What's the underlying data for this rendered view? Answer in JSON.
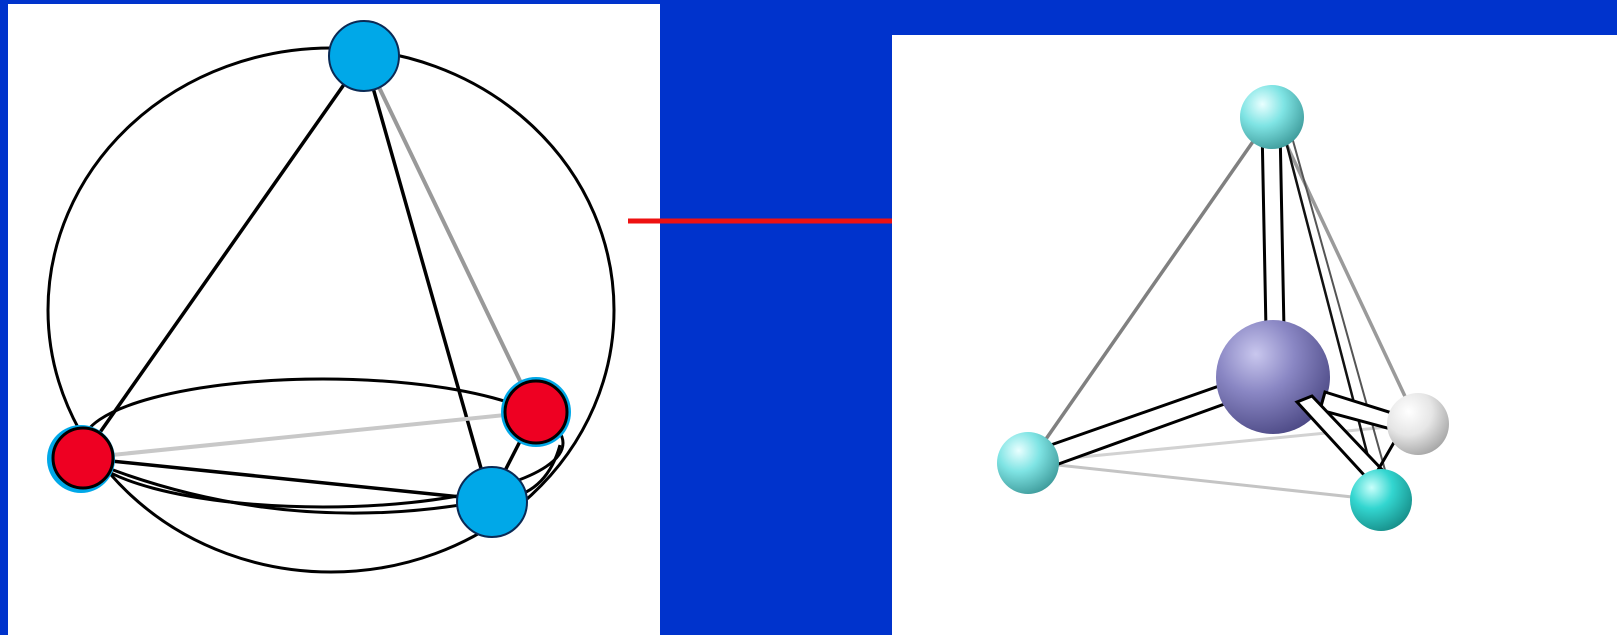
{
  "slide": {
    "background": "#0033cc",
    "arrow_color": "#ee1111"
  },
  "left_diagram": {
    "panel_color": "#ffffff",
    "node_colors": {
      "blue": "#00a8e8",
      "red": "#ee0022"
    },
    "nodes": [
      "top-blue-node",
      "left-red-node",
      "right-red-node",
      "bottom-right-blue-node"
    ]
  },
  "right_model": {
    "panel_color": "#ffffff",
    "atom_colors": {
      "center": "#8a87c4",
      "cyan_light": "#7fe4e4",
      "cyan": "#33d6d0",
      "white": "#e6e6e6"
    },
    "atoms": [
      "center-atom",
      "top-cyan-atom",
      "left-cyan-atom",
      "right-white-atom",
      "bottom-cyan-atom"
    ]
  }
}
